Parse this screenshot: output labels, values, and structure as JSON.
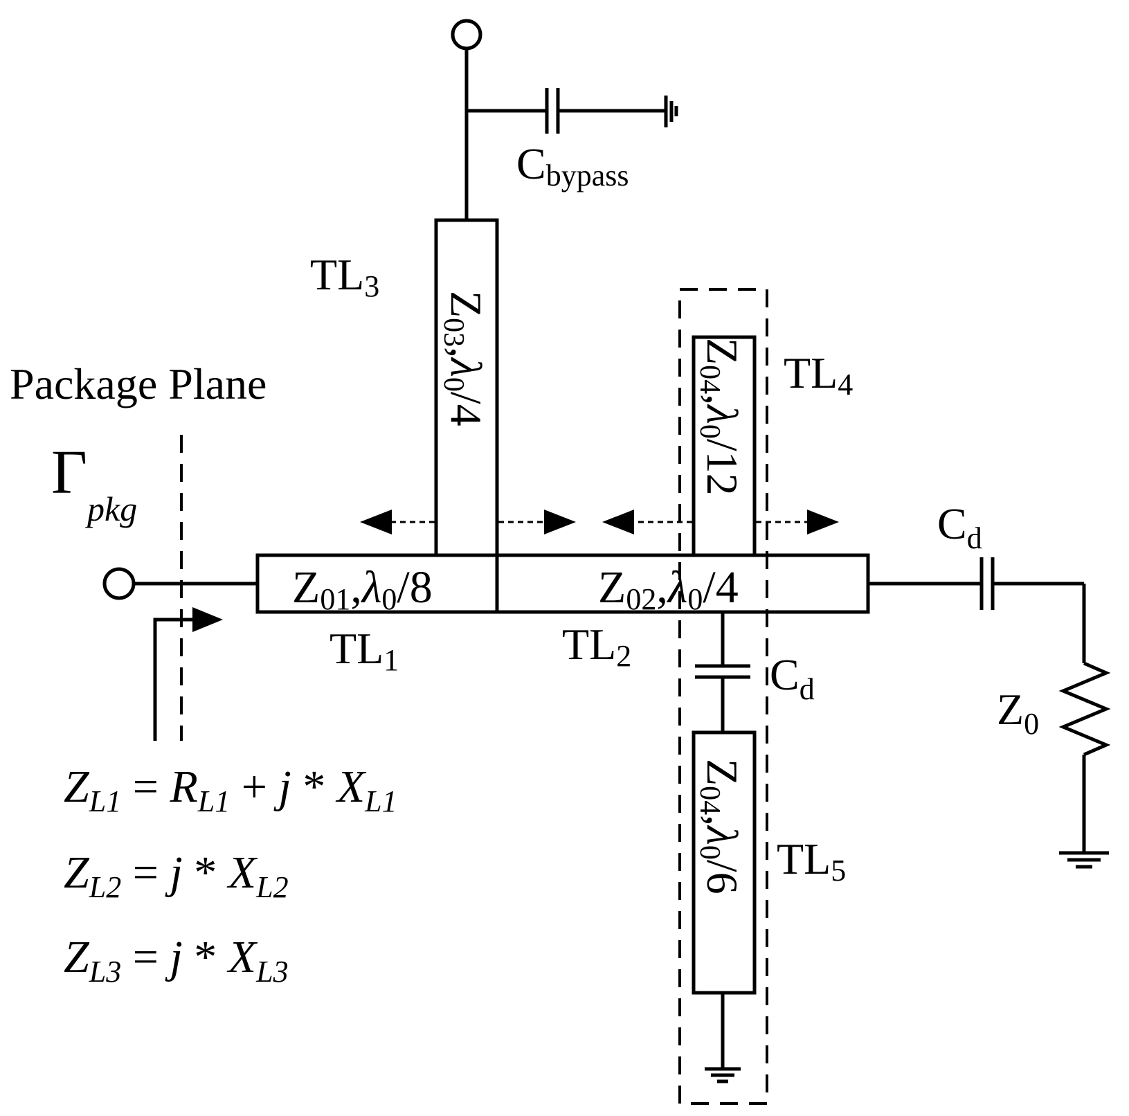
{
  "labels": {
    "package_plane": "Package Plane",
    "gamma": "Γ",
    "gamma_sub": "pkg",
    "c_bypass": "C",
    "c_bypass_sub": "bypass",
    "c_d_top": "C",
    "c_d_top_sub": "d",
    "c_d_mid": "C",
    "c_d_mid_sub": "d",
    "z0": "Z",
    "z0_sub": "0"
  },
  "lines": {
    "tl1": {
      "name": "TL",
      "idx": "1",
      "z": "Z",
      "z_sub": "01",
      "len": "λ",
      "len_sub": "0",
      "len_frac": "/8"
    },
    "tl2": {
      "name": "TL",
      "idx": "2",
      "z": "Z",
      "z_sub": "02",
      "len": "λ",
      "len_sub": "0",
      "len_frac": "/4"
    },
    "tl3": {
      "name": "TL",
      "idx": "3",
      "z": "Z",
      "z_sub": "03",
      "len": "λ",
      "len_sub": "0",
      "len_frac": "/4"
    },
    "tl4": {
      "name": "TL",
      "idx": "4",
      "z": "Z",
      "z_sub": "04",
      "len": "λ",
      "len_sub": "0",
      "len_frac": "/12"
    },
    "tl5": {
      "name": "TL",
      "idx": "5",
      "z": "Z",
      "z_sub": "04",
      "len": "λ",
      "len_sub": "0",
      "len_frac": "/6"
    }
  },
  "equations": {
    "zl1": {
      "lhs": "Z",
      "lhs_sub": "L1",
      "eq": " = ",
      "r": "R",
      "r_sub": "L1",
      "plus": " + ",
      "j": "j",
      "star": " * ",
      "x": "X",
      "x_sub": "L1"
    },
    "zl2": {
      "lhs": "Z",
      "lhs_sub": "L2",
      "eq": " = ",
      "j": "j",
      "star": " * ",
      "x": "X",
      "x_sub": "L2"
    },
    "zl3": {
      "lhs": "Z",
      "lhs_sub": "L3",
      "eq": " = ",
      "j": "j",
      "star": " * ",
      "x": "X",
      "x_sub": "L3"
    }
  }
}
